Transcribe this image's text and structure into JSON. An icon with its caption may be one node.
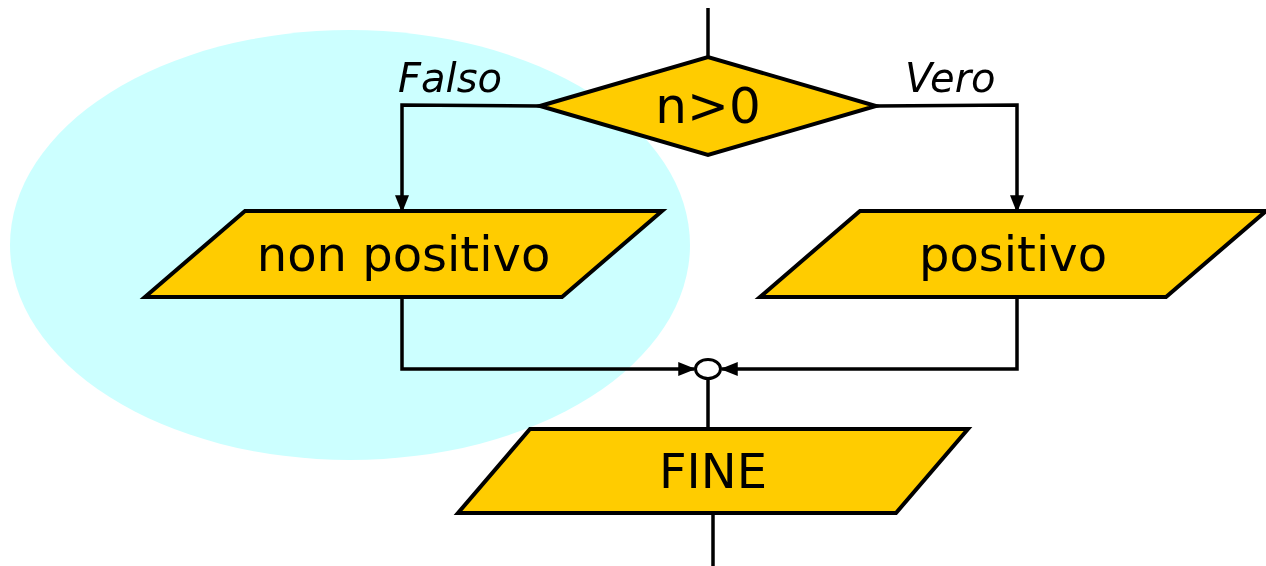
{
  "diagram": {
    "nodes": [
      {
        "text": [
          "n>0"
        ]
      },
      {
        "text": [
          "non positivo"
        ]
      },
      {
        "text": [
          "positivo"
        ]
      },
      {
        "text": [],
        "shape": "circle"
      },
      {
        "text": [
          "FINE"
        ]
      }
    ],
    "edges": [
      {
        "from": null,
        "to": 0,
        "arrow": "none"
      },
      {
        "from": 0,
        "to": 1,
        "arrow": "to",
        "label": "Falso"
      },
      {
        "from": 0,
        "to": 2,
        "arrow": "to",
        "label": "Vero"
      },
      {
        "from": 1,
        "to": 3,
        "arrow": "to"
      },
      {
        "from": 2,
        "to": 3,
        "arrow": "to"
      },
      {
        "from": 3,
        "to": 4,
        "arrow": "none"
      },
      {
        "from": 4,
        "to": null,
        "arrow": "none"
      }
    ]
  }
}
